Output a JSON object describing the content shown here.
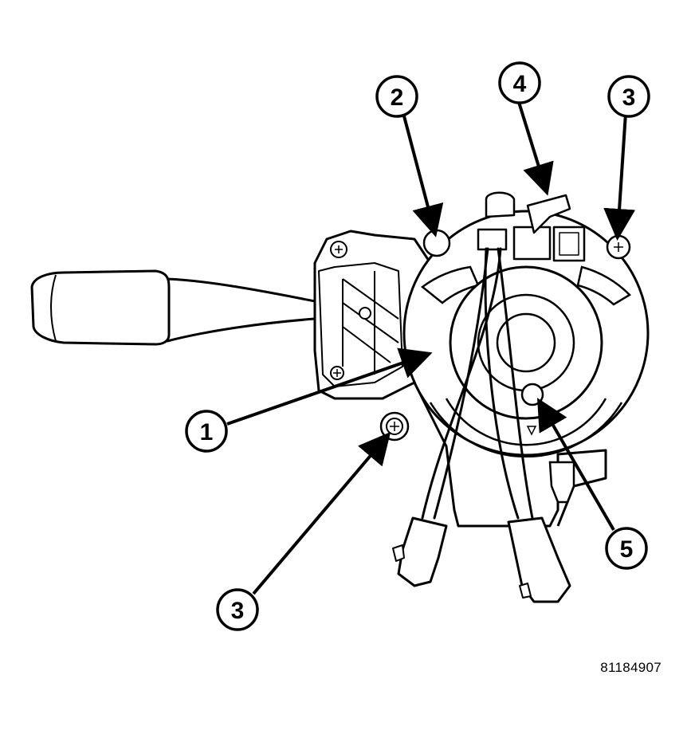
{
  "figure": {
    "id_text": "81184907"
  },
  "callouts": [
    {
      "key": "c1",
      "number": "1"
    },
    {
      "key": "c2",
      "number": "2"
    },
    {
      "key": "c3a",
      "number": "3"
    },
    {
      "key": "c3b",
      "number": "3"
    },
    {
      "key": "c4",
      "number": "4"
    },
    {
      "key": "c5",
      "number": "5"
    }
  ]
}
